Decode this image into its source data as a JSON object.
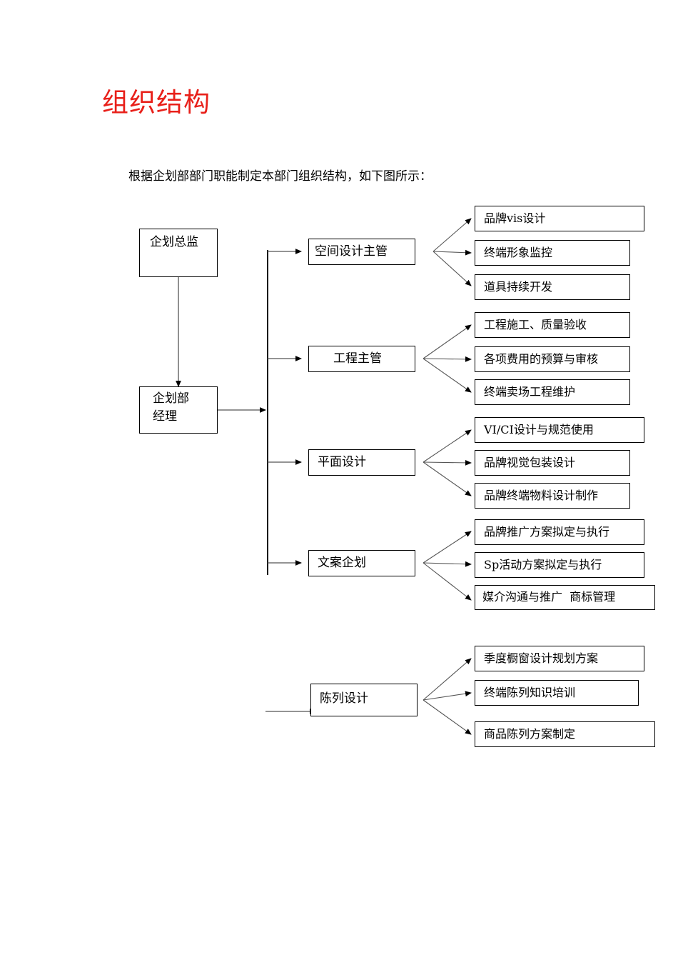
{
  "document": {
    "title": "组织结构",
    "title_color": "#e8201a",
    "intro": "根据企划部部门职能制定本部门组织结构，如下图所示："
  },
  "chart": {
    "type": "org-chart",
    "top_nodes": [
      {
        "id": "director",
        "label": "企划总监"
      },
      {
        "id": "manager",
        "label": "企划部\n经理"
      }
    ],
    "branches": [
      {
        "id": "space-design",
        "label": "空间设计主管",
        "duties": [
          "品牌vis设计",
          "终端形象监控",
          "道具持续开发"
        ]
      },
      {
        "id": "engineering",
        "label": "工程主管",
        "duties": [
          "工程施工、质量验收",
          "各项费用的预算与审核",
          "终端卖场工程维护"
        ]
      },
      {
        "id": "graphic-design",
        "label": "平面设计",
        "duties": [
          "VI/CI设计与规范使用",
          "品牌视觉包装设计",
          "品牌终端物料设计制作"
        ]
      },
      {
        "id": "copywriting",
        "label": "文案企划",
        "duties": [
          "品牌推广方案拟定与执行",
          "Sp活动方案拟定与执行",
          "媒介沟通与推广  商标管理"
        ]
      },
      {
        "id": "display-design",
        "label": "陈列设计",
        "duties": [
          "季度橱窗设计规划方案",
          "终端陈列知识培训",
          "商品陈列方案制定"
        ]
      }
    ]
  }
}
